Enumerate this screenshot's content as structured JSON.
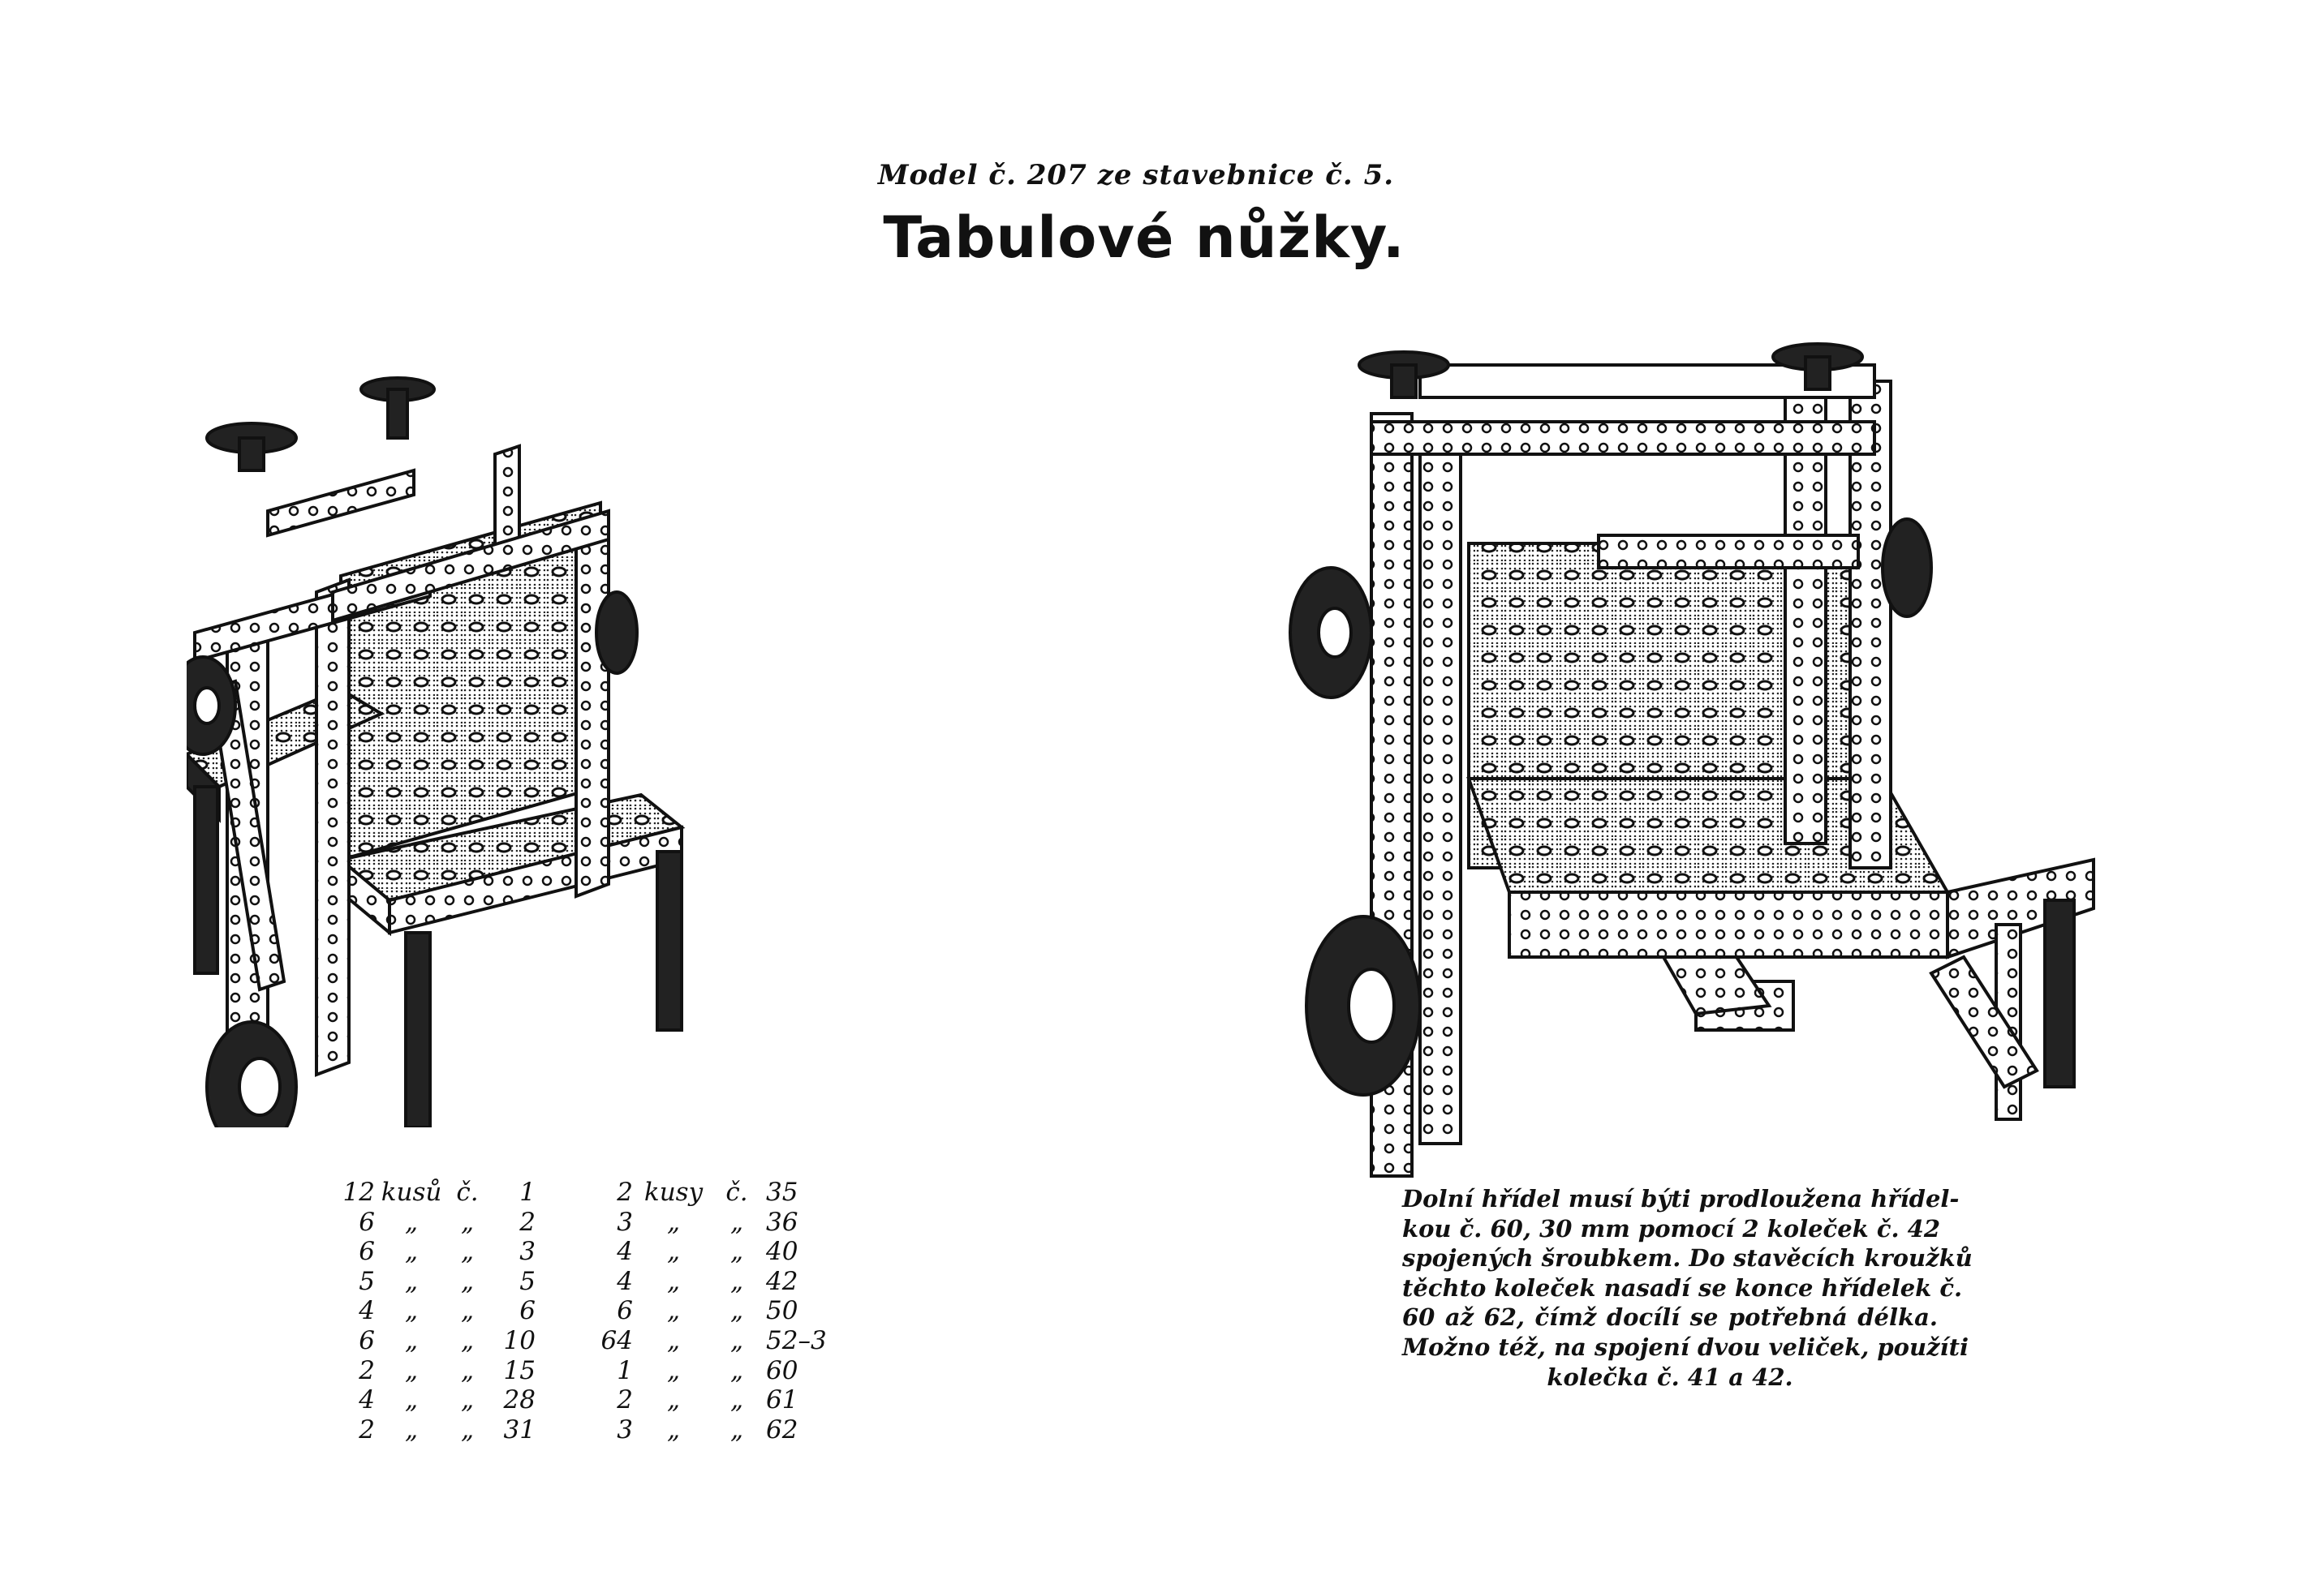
{
  "header": {
    "subtitle": "Model č. 207 ze stavebnice č. 5.",
    "title": "Tabulové nůžky."
  },
  "parts_list": {
    "left": [
      {
        "qty": "12",
        "unit": "kusů",
        "mark": "č.",
        "num": "1"
      },
      {
        "qty": "6",
        "unit": "„",
        "mark": "„",
        "num": "2"
      },
      {
        "qty": "6",
        "unit": "„",
        "mark": "„",
        "num": "3"
      },
      {
        "qty": "5",
        "unit": "„",
        "mark": "„",
        "num": "5"
      },
      {
        "qty": "4",
        "unit": "„",
        "mark": "„",
        "num": "6"
      },
      {
        "qty": "6",
        "unit": "„",
        "mark": "„",
        "num": "10"
      },
      {
        "qty": "2",
        "unit": "„",
        "mark": "„",
        "num": "15"
      },
      {
        "qty": "4",
        "unit": "„",
        "mark": "„",
        "num": "28"
      },
      {
        "qty": "2",
        "unit": "„",
        "mark": "„",
        "num": "31"
      }
    ],
    "right": [
      {
        "qty": "2",
        "unit": "kusy",
        "mark": "č.",
        "num": "35"
      },
      {
        "qty": "3",
        "unit": "„",
        "mark": "„",
        "num": "36"
      },
      {
        "qty": "4",
        "unit": "„",
        "mark": "„",
        "num": "40"
      },
      {
        "qty": "4",
        "unit": "„",
        "mark": "„",
        "num": "42"
      },
      {
        "qty": "6",
        "unit": "„",
        "mark": "„",
        "num": "50"
      },
      {
        "qty": "64",
        "unit": "„",
        "mark": "„",
        "num": "52–3"
      },
      {
        "qty": "1",
        "unit": "„",
        "mark": "„",
        "num": "60"
      },
      {
        "qty": "2",
        "unit": "„",
        "mark": "„",
        "num": "61"
      },
      {
        "qty": "3",
        "unit": "„",
        "mark": "„",
        "num": "62"
      }
    ]
  },
  "description": {
    "lines": [
      "Dolní hřídel musí býti prodloužena hřídel-",
      "kou č. 60, 30 mm pomocí 2 koleček č. 42",
      "spojených šroubkem. Do stavěcích kroužků",
      "těchto koleček nasadí se konce hřídelek č.",
      "60 až 62, čímž docílí se potřebná délka.",
      "Možno též, na spojení dvou veliček, použíti",
      "kolečka č. 41 a 42."
    ]
  },
  "colors": {
    "ink": "#111111",
    "paper": "#ffffff"
  }
}
